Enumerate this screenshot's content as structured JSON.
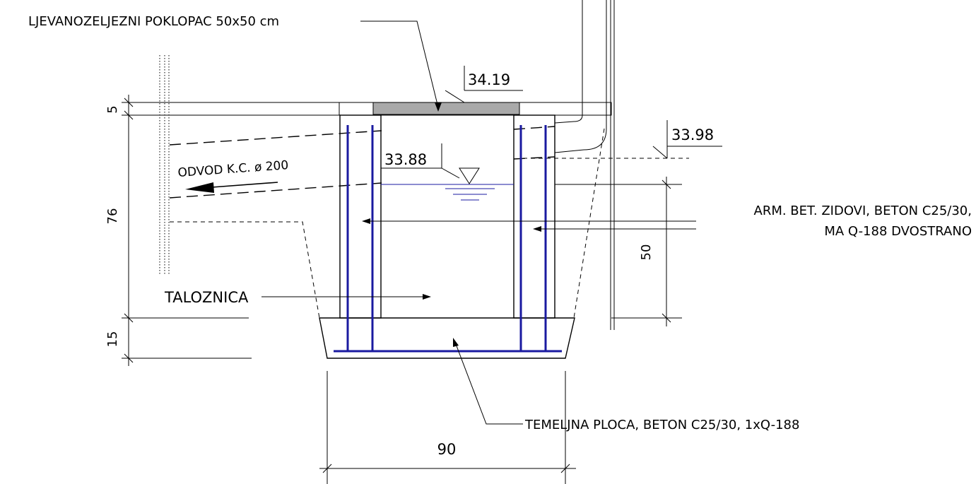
{
  "labels": {
    "cover": "LJEVANOZELJEZNI POKLOPAC 50x50 cm",
    "outlet": "ODVOD K.C. ø 200",
    "settler": "TALOZNICA",
    "walls_line1": "ARM. BET. ZIDOVI, BETON C25/30,",
    "walls_line2": "MA Q-188 DVOSTRANO",
    "base_slab": "TEMELJNA PLOCA, BETON C25/30, 1xQ-188"
  },
  "elevations": {
    "top": "34.19",
    "ground": "33.98",
    "water": "33.88"
  },
  "dimensions": {
    "cover_thickness": "5",
    "wall_height": "76",
    "slab_thickness": "15",
    "water_depth": "50",
    "width": "90"
  },
  "colors": {
    "rebar": "#1a1aa0",
    "cover_fill": "#a9a9a9",
    "line": "#000000"
  }
}
